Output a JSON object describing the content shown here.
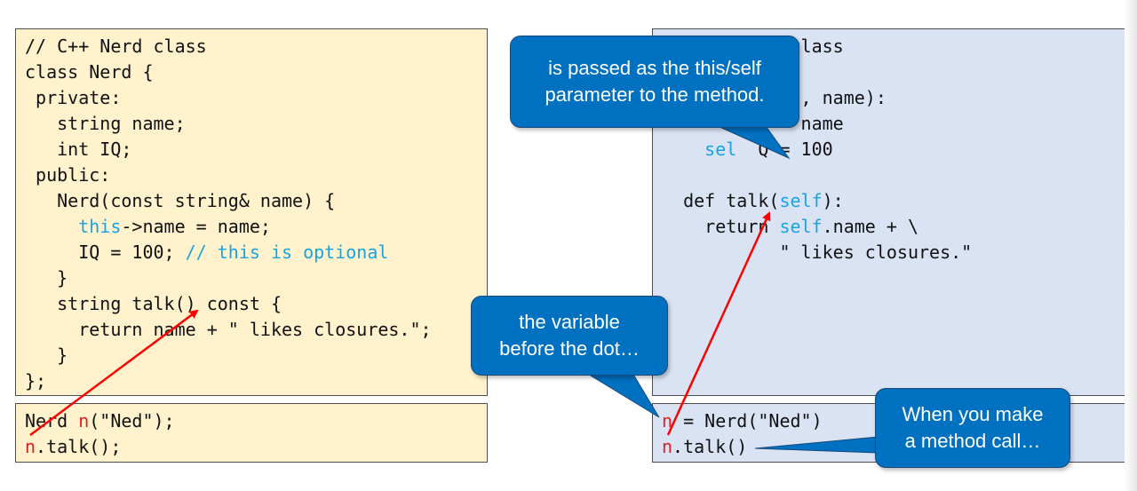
{
  "cpp_class": {
    "lines": [
      [
        {
          "t": "// C++ Nerd class"
        }
      ],
      [
        {
          "t": "class Nerd {"
        }
      ],
      [
        {
          "t": " private:"
        }
      ],
      [
        {
          "t": "   string name;"
        }
      ],
      [
        {
          "t": "   int IQ;"
        }
      ],
      [
        {
          "t": " public:"
        }
      ],
      [
        {
          "t": "   Nerd(const string& name) {"
        }
      ],
      [
        {
          "t": "     "
        },
        {
          "t": "this",
          "c": "kw"
        },
        {
          "t": "->name = name;"
        }
      ],
      [
        {
          "t": "     IQ = 100; "
        },
        {
          "t": "// this is optional",
          "c": "kw"
        }
      ],
      [
        {
          "t": "   }"
        }
      ],
      [
        {
          "t": "   string talk() const {"
        }
      ],
      [
        {
          "t": "     return name + \" likes closures.\";"
        }
      ],
      [
        {
          "t": "   }"
        }
      ],
      [
        {
          "t": "};"
        }
      ]
    ]
  },
  "cpp_usage": {
    "lines": [
      [
        {
          "t": "Nerd "
        },
        {
          "t": "n",
          "c": "red"
        },
        {
          "t": "(\"Ned\");"
        }
      ],
      [
        {
          "t": "n",
          "c": "red"
        },
        {
          "t": ".talk();"
        }
      ]
    ]
  },
  "py_class": {
    "lines": [
      [
        {
          "t": "         ed class"
        }
      ],
      [
        {
          "t": ""
        }
      ],
      [
        {
          "t": "       _("
        },
        {
          "t": "self",
          "c": "kw"
        },
        {
          "t": ", name):"
        }
      ],
      [
        {
          "t": "         e = name"
        }
      ],
      [
        {
          "t": "    "
        },
        {
          "t": "sel",
          "c": "kw"
        },
        {
          "t": "  Q = 100"
        }
      ],
      [
        {
          "t": ""
        }
      ],
      [
        {
          "t": "  def talk("
        },
        {
          "t": "self",
          "c": "kw"
        },
        {
          "t": "):"
        }
      ],
      [
        {
          "t": "    return "
        },
        {
          "t": "self",
          "c": "kw"
        },
        {
          "t": ".name + \\"
        }
      ],
      [
        {
          "t": "           \" likes closures.\""
        }
      ]
    ]
  },
  "py_usage": {
    "lines": [
      [
        {
          "t": "n",
          "c": "red"
        },
        {
          "t": " = Nerd(\"Ned\")"
        }
      ],
      [
        {
          "t": "n",
          "c": "red"
        },
        {
          "t": ".talk()"
        }
      ]
    ]
  },
  "callouts": {
    "self_param": [
      "is passed as the this/self",
      "parameter to the method."
    ],
    "variable_before_dot": [
      "the variable",
      "before the dot…"
    ],
    "method_call": [
      "When you make",
      "a method call…"
    ]
  },
  "colors": {
    "cpp_background": "#fff2cc",
    "python_background": "#dae3f3",
    "keyword": "#1aa3e0",
    "object_variable": "#e02020",
    "callout": "#0070c0",
    "arrow": "#ff0000"
  }
}
